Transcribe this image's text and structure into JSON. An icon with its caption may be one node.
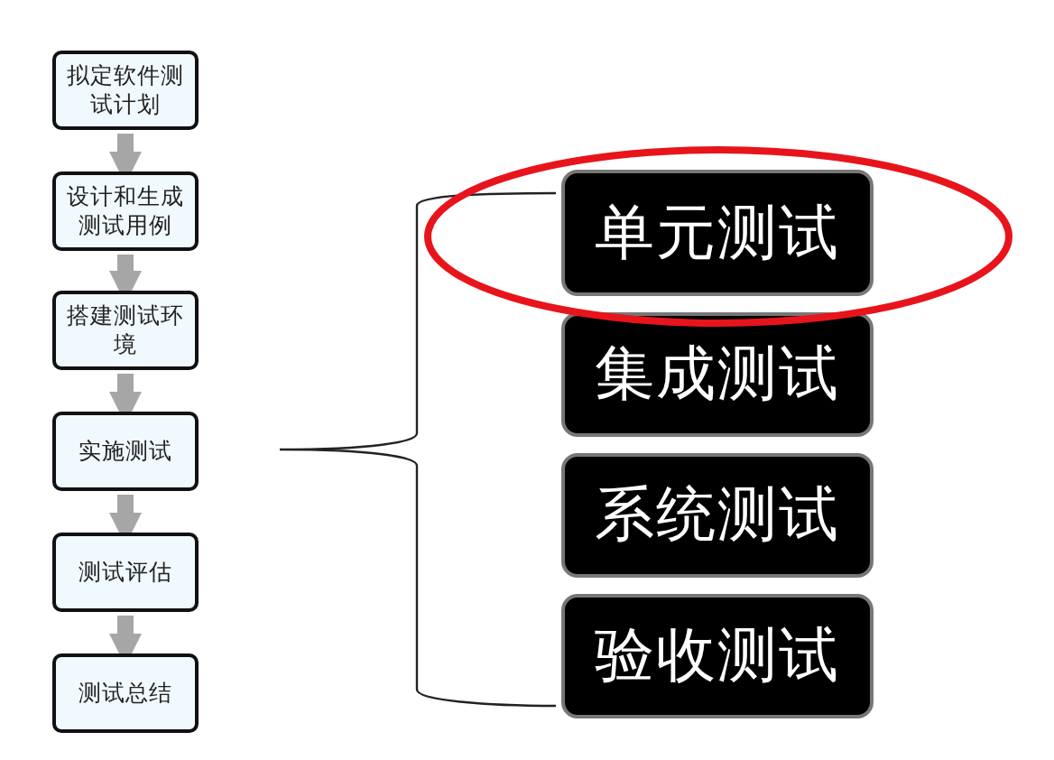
{
  "diagram": {
    "nodes": [
      {
        "text": [
          "拟定软件测试计划"
        ]
      },
      {
        "text": [
          "设计和生成测试用例"
        ]
      },
      {
        "text": [
          "搭建测试环境"
        ]
      },
      {
        "text": [
          "实施测试"
        ]
      },
      {
        "text": [
          "测试评估"
        ]
      },
      {
        "text": [
          "测试总结"
        ]
      },
      {
        "text": [
          "单元测试"
        ]
      },
      {
        "text": [
          "集成测试"
        ]
      },
      {
        "text": [
          "系统测试"
        ]
      },
      {
        "text": [
          "验收测试"
        ]
      }
    ],
    "edges": [
      {
        "from": 0,
        "to": 1,
        "arrow": "to"
      },
      {
        "from": 1,
        "to": 2,
        "arrow": "to"
      },
      {
        "from": 2,
        "to": 3,
        "arrow": "to"
      },
      {
        "from": 3,
        "to": 4,
        "arrow": "to"
      },
      {
        "from": 4,
        "to": 5,
        "arrow": "to"
      }
    ]
  }
}
